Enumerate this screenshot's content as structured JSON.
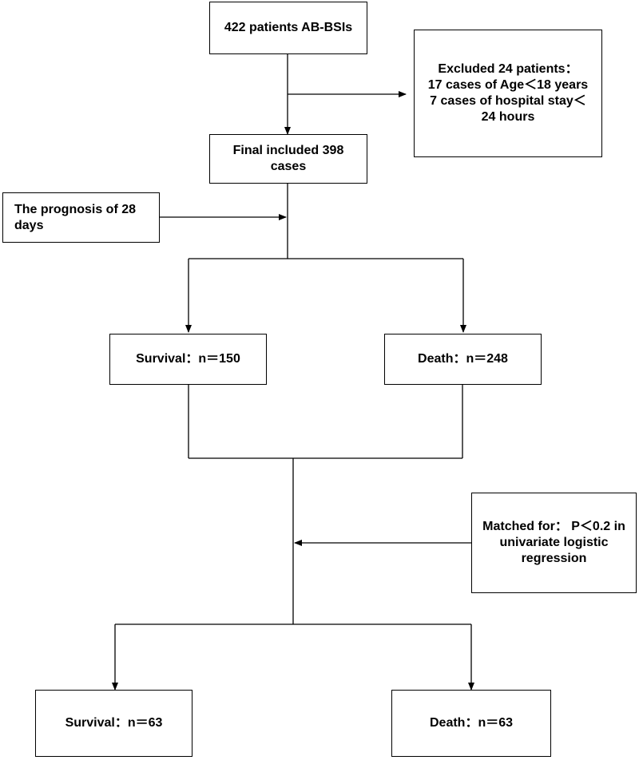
{
  "flowchart": {
    "start": "422 patients AB-BSIs",
    "excluded": "Excluded 24 patients：\n17 cases of Age＜18 years\n7 cases of hospital stay＜\n24 hours",
    "included": "Final included 398\ncases",
    "prognosis": "The prognosis of 28\ndays",
    "survival_before": "Survival：n＝150",
    "death_before": "Death：n＝248",
    "matched": "Matched for： P＜0.2 in\nunivariate logistic\nregression",
    "survival_after": "Survival：n＝63",
    "death_after": "Death：n＝63"
  }
}
